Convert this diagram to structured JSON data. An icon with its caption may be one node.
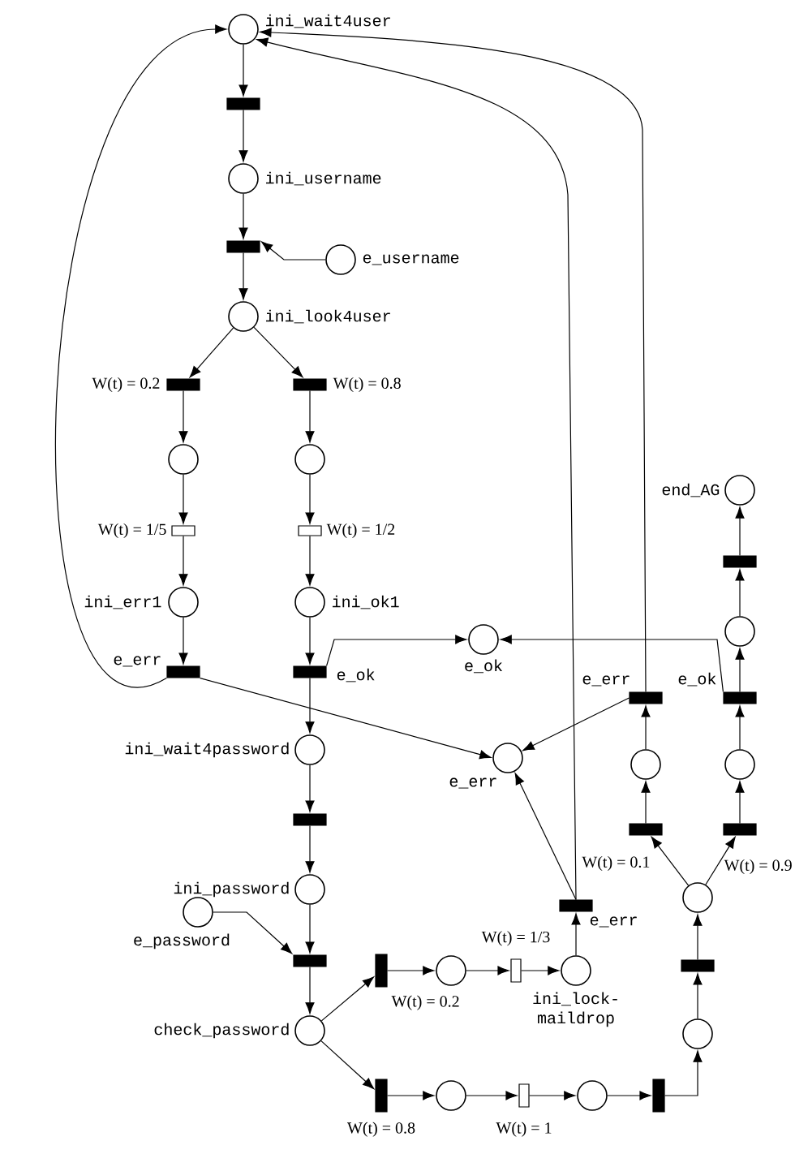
{
  "diagram": {
    "nodes": [
      {
        "text": [],
        "shape": "circle",
        "beside": [
          "ini_wait4user"
        ]
      },
      {
        "text": [],
        "shape": "bar"
      },
      {
        "text": [],
        "shape": "circle",
        "beside": [
          "ini_username"
        ]
      },
      {
        "text": [],
        "shape": "circle",
        "beside": [
          "e_username"
        ]
      },
      {
        "text": [],
        "shape": "bar"
      },
      {
        "text": [],
        "shape": "circle",
        "beside": [
          "ini_look4user"
        ]
      },
      {
        "text": [],
        "shape": "bar",
        "beside": [
          "W(t) = 0.2"
        ]
      },
      {
        "text": [],
        "shape": "bar",
        "beside": [
          "W(t) = 0.8"
        ]
      },
      {
        "text": [],
        "shape": "circle"
      },
      {
        "text": [],
        "shape": "circle"
      },
      {
        "text": [],
        "shape": "box",
        "beside": [
          "W(t) = 1/5"
        ]
      },
      {
        "text": [],
        "shape": "box",
        "beside": [
          "W(t) = 1/2"
        ]
      },
      {
        "text": [],
        "shape": "circle",
        "beside": [
          "ini_err1"
        ]
      },
      {
        "text": [],
        "shape": "circle",
        "beside": [
          "ini_ok1"
        ]
      },
      {
        "text": [],
        "shape": "bar",
        "beside": [
          "e_err"
        ]
      },
      {
        "text": [],
        "shape": "bar",
        "beside": [
          "e_ok"
        ]
      },
      {
        "text": [],
        "shape": "circle",
        "beside": [
          "e_ok"
        ]
      },
      {
        "text": [],
        "shape": "circle",
        "beside": [
          "ini_wait4password"
        ]
      },
      {
        "text": [],
        "shape": "circle",
        "beside": [
          "e_err"
        ]
      },
      {
        "text": [],
        "shape": "bar"
      },
      {
        "text": [],
        "shape": "circle",
        "beside": [
          "ini_password"
        ]
      },
      {
        "text": [],
        "shape": "circle",
        "beside": [
          "e_password"
        ]
      },
      {
        "text": [],
        "shape": "bar"
      },
      {
        "text": [],
        "shape": "circle",
        "beside": [
          "check_password"
        ]
      },
      {
        "text": [],
        "shape": "bar",
        "beside": [
          "W(t) = 0.2"
        ]
      },
      {
        "text": [],
        "shape": "circle"
      },
      {
        "text": [],
        "shape": "box",
        "beside": [
          "W(t) = 1/3"
        ]
      },
      {
        "text": [],
        "shape": "circle",
        "beside": [
          "ini_lock- maildrop"
        ]
      },
      {
        "text": [],
        "shape": "bar",
        "beside": [
          "e_err"
        ]
      },
      {
        "text": [],
        "shape": "bar",
        "beside": [
          "W(t) = 0.8"
        ]
      },
      {
        "text": [],
        "shape": "circle"
      },
      {
        "text": [],
        "shape": "box",
        "beside": [
          "W(t) = 1"
        ]
      },
      {
        "text": [],
        "shape": "circle"
      },
      {
        "text": [],
        "shape": "bar"
      },
      {
        "text": [],
        "shape": "circle"
      },
      {
        "text": [],
        "shape": "bar"
      },
      {
        "text": [],
        "shape": "circle"
      },
      {
        "text": [],
        "shape": "bar",
        "beside": [
          "W(t) = 0.1"
        ]
      },
      {
        "text": [],
        "shape": "bar",
        "beside": [
          "W(t) = 0.9"
        ]
      },
      {
        "text": [],
        "shape": "circle"
      },
      {
        "text": [],
        "shape": "circle"
      },
      {
        "text": [],
        "shape": "bar",
        "beside": [
          "e_err"
        ]
      },
      {
        "text": [],
        "shape": "bar",
        "beside": [
          "e_ok"
        ]
      },
      {
        "text": [],
        "shape": "circle"
      },
      {
        "text": [],
        "shape": "bar"
      },
      {
        "text": [],
        "shape": "circle",
        "beside": [
          "end_AG"
        ]
      }
    ],
    "edges": [
      {
        "from": 0,
        "to": 1,
        "arrow": "to"
      },
      {
        "from": 1,
        "to": 2,
        "arrow": "to"
      },
      {
        "from": 2,
        "to": 4,
        "arrow": "to"
      },
      {
        "from": 3,
        "to": 4,
        "arrow": "to"
      },
      {
        "from": 4,
        "to": 5,
        "arrow": "to"
      },
      {
        "from": 5,
        "to": 6,
        "arrow": "to"
      },
      {
        "from": 5,
        "to": 7,
        "arrow": "to"
      },
      {
        "from": 6,
        "to": 8,
        "arrow": "to"
      },
      {
        "from": 7,
        "to": 9,
        "arrow": "to"
      },
      {
        "from": 8,
        "to": 10,
        "arrow": "to"
      },
      {
        "from": 9,
        "to": 11,
        "arrow": "to"
      },
      {
        "from": 10,
        "to": 12,
        "arrow": "to"
      },
      {
        "from": 11,
        "to": 13,
        "arrow": "to"
      },
      {
        "from": 12,
        "to": 14,
        "arrow": "to"
      },
      {
        "from": 13,
        "to": 15,
        "arrow": "to"
      },
      {
        "from": 14,
        "to": 0,
        "arrow": "to"
      },
      {
        "from": 14,
        "to": 18,
        "arrow": "to"
      },
      {
        "from": 15,
        "to": 16,
        "arrow": "to"
      },
      {
        "from": 15,
        "to": 17,
        "arrow": "to"
      },
      {
        "from": 17,
        "to": 19,
        "arrow": "to"
      },
      {
        "from": 19,
        "to": 20,
        "arrow": "to"
      },
      {
        "from": 20,
        "to": 22,
        "arrow": "to"
      },
      {
        "from": 21,
        "to": 22,
        "arrow": "to"
      },
      {
        "from": 22,
        "to": 23,
        "arrow": "to"
      },
      {
        "from": 23,
        "to": 24,
        "arrow": "to"
      },
      {
        "from": 23,
        "to": 29,
        "arrow": "to"
      },
      {
        "from": 24,
        "to": 25,
        "arrow": "to"
      },
      {
        "from": 25,
        "to": 26,
        "arrow": "to"
      },
      {
        "from": 26,
        "to": 27,
        "arrow": "to"
      },
      {
        "from": 27,
        "to": 28,
        "arrow": "to"
      },
      {
        "from": 28,
        "to": 18,
        "arrow": "to"
      },
      {
        "from": 28,
        "to": 0,
        "arrow": "to"
      },
      {
        "from": 29,
        "to": 30,
        "arrow": "to"
      },
      {
        "from": 30,
        "to": 31,
        "arrow": "to"
      },
      {
        "from": 31,
        "to": 32,
        "arrow": "to"
      },
      {
        "from": 32,
        "to": 33,
        "arrow": "to"
      },
      {
        "from": 33,
        "to": 34,
        "arrow": "to"
      },
      {
        "from": 34,
        "to": 35,
        "arrow": "to"
      },
      {
        "from": 35,
        "to": 36,
        "arrow": "to"
      },
      {
        "from": 36,
        "to": 37,
        "arrow": "to"
      },
      {
        "from": 36,
        "to": 38,
        "arrow": "to"
      },
      {
        "from": 37,
        "to": 39,
        "arrow": "to"
      },
      {
        "from": 38,
        "to": 40,
        "arrow": "to"
      },
      {
        "from": 39,
        "to": 41,
        "arrow": "to"
      },
      {
        "from": 40,
        "to": 42,
        "arrow": "to"
      },
      {
        "from": 41,
        "to": 18,
        "arrow": "to"
      },
      {
        "from": 41,
        "to": 0,
        "arrow": "to"
      },
      {
        "from": 42,
        "to": 16,
        "arrow": "to"
      },
      {
        "from": 42,
        "to": 43,
        "arrow": "to"
      },
      {
        "from": 43,
        "to": 44,
        "arrow": "to"
      },
      {
        "from": 44,
        "to": 45,
        "arrow": "to"
      }
    ]
  }
}
